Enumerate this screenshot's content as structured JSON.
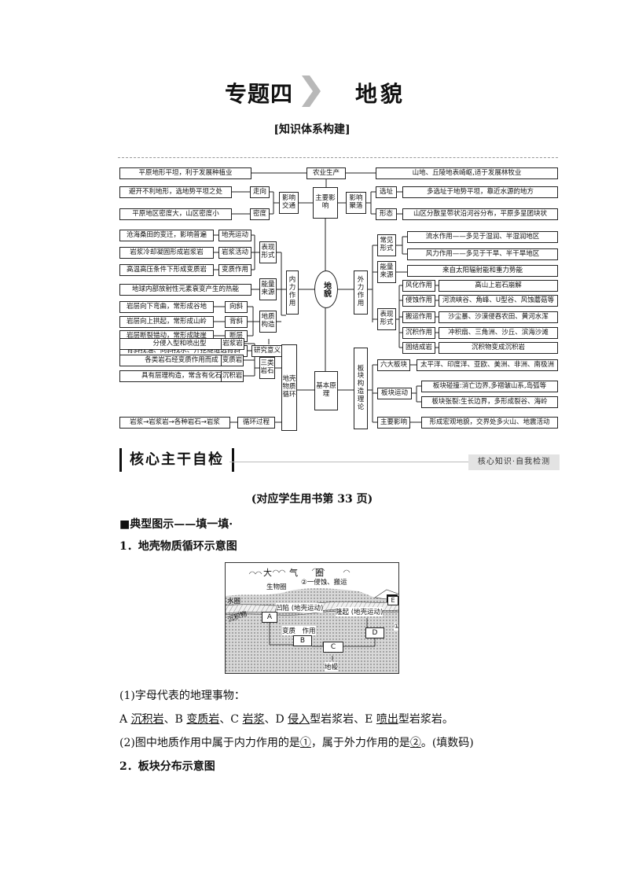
{
  "title": {
    "left": "专题四",
    "right": "地貌"
  },
  "subtitle": "[知识体系构建]",
  "map": {
    "top_row": {
      "left": "平原地形平坦，利于发展种植业",
      "center": "农业生产",
      "right": "山地、丘陵地表崎岖,适于发展林牧业"
    },
    "center_main": "主要影响",
    "traffic": {
      "hub": "影响交通",
      "rows": [
        {
          "text": "避开不利地形，选地势平坦之处",
          "tag": "走向"
        },
        {
          "text": "平原地区密度大，山区密度小",
          "tag": "密度"
        }
      ]
    },
    "settle": {
      "hub": "影响聚落",
      "rows": [
        {
          "tag": "选址",
          "text": "多选址于地势平坦，靠近水源的地方"
        },
        {
          "tag": "形态",
          "text": "山区分散呈带状沿河谷分布，平原多呈团块状"
        }
      ]
    },
    "core": "地貌",
    "inner": {
      "hub": "内力作用",
      "forms": {
        "hub": "表现形式",
        "rows": [
          {
            "text": "沧海桑田的变迁，影响普遍",
            "tag": "地壳运动"
          },
          {
            "text": "岩浆冷却凝固形成岩浆岩",
            "tag": "岩浆活动"
          },
          {
            "text": "高温高压条件下形成变质岩",
            "tag": "变质作用"
          }
        ]
      },
      "energy": {
        "hub": "能量来源",
        "text": "地球内部放射性元素衰变产生的热能"
      },
      "structure": {
        "hub": "地质构造",
        "rows": [
          {
            "text": "岩层向下弯曲，常形成谷地",
            "tag": "向斜"
          },
          {
            "text": "岩层向上拱起，常形成山岭",
            "tag": "背斜"
          },
          {
            "text": "岩层断裂错动，常形成陡崖",
            "tag": "断层"
          }
        ]
      },
      "research": {
        "text": "背斜找油、向斜找水、开挖隧道选背斜",
        "tag": "研究意义"
      }
    },
    "outer": {
      "hub": "外力作用",
      "common": {
        "hub": "常见形式",
        "rows": [
          "流水作用——多见于湿润、半湿润地区",
          "风力作用——多见于干旱、半干旱地区"
        ]
      },
      "energy": {
        "hub": "能量来源",
        "text": "来自太阳辐射能和重力势能"
      },
      "forms": {
        "hub": "表现形式",
        "rows": [
          {
            "tag": "风化作用",
            "text": "高山上岩石崩解"
          },
          {
            "tag": "侵蚀作用",
            "text": "河流峡谷、角峰、U型谷、风蚀蘑菇等"
          },
          {
            "tag": "搬运作用",
            "text": "沙尘暴、沙漠侵吞农田、黄河水浑"
          },
          {
            "tag": "沉积作用",
            "text": "冲积扇、三角洲、沙丘、滨海沙滩"
          },
          {
            "tag": "固结成岩",
            "text": "沉积物变成沉积岩"
          }
        ]
      }
    },
    "basic": "基本原理",
    "cycle": {
      "hub": "地壳物质循环",
      "rocks": {
        "hub": "三类岩石",
        "rows": [
          {
            "text": "分侵入型和喷出型",
            "tag": "岩浆岩"
          },
          {
            "text": "各类岩石经变质作用而成",
            "tag": "变质岩"
          },
          {
            "text": "具有层理构造，常含有化石",
            "tag": "沉积岩"
          }
        ]
      },
      "process": {
        "text": "岩浆→岩浆岩→各种岩石→岩浆",
        "tag": "循环过程"
      }
    },
    "plate": {
      "hub": "板块构造理论",
      "six": {
        "tag": "六大板块",
        "text": "太平洋、印度洋、亚欧、美洲、非洲、南极洲"
      },
      "move": {
        "tag": "板块运动",
        "rows": [
          "板块碰撞:消亡边界,多褶皱山系,岛弧等",
          "板块张裂:生长边界，多形成裂谷、海岭"
        ]
      },
      "effect": {
        "tag": "主要影响",
        "text": "形成宏观地貌，交界处多火山、地震活动"
      }
    }
  },
  "section": {
    "label": "核心主干自检",
    "tag": "核心知识·自我检测"
  },
  "ref": "(对应学生用书第 33 页)",
  "typical": "■典型图示——填一填·",
  "q1": {
    "title": "1．地壳物质循环示意图",
    "figure": {
      "atmo": "大　　气　　圈",
      "bio": "生物圈",
      "erosion": "②一侵蚀、搬运",
      "hydro": "水圈",
      "sediment": "沉积物",
      "sink": "凹陷 (地壳运动)",
      "uplift": "隆起 (地壳运动)",
      "metamorph": "变质　作用",
      "one": "①",
      "mantle": "地幔",
      "letters": [
        "A",
        "B",
        "C",
        "D",
        "E"
      ]
    },
    "p1_label": "(1)字母代表的地理事物：",
    "p1_parts": [
      "A ",
      "沉积岩",
      "、B ",
      "变质岩",
      "、C ",
      "岩浆",
      "、D ",
      "侵入",
      "型岩浆岩、E ",
      "喷出",
      "型岩浆岩。"
    ],
    "p2_parts": [
      "(2)图中地质作用中属于内力作用的是",
      "①",
      "，属于外力作用的是",
      "②",
      "。(填数码)"
    ]
  },
  "q2": {
    "title": "2．板块分布示意图"
  }
}
